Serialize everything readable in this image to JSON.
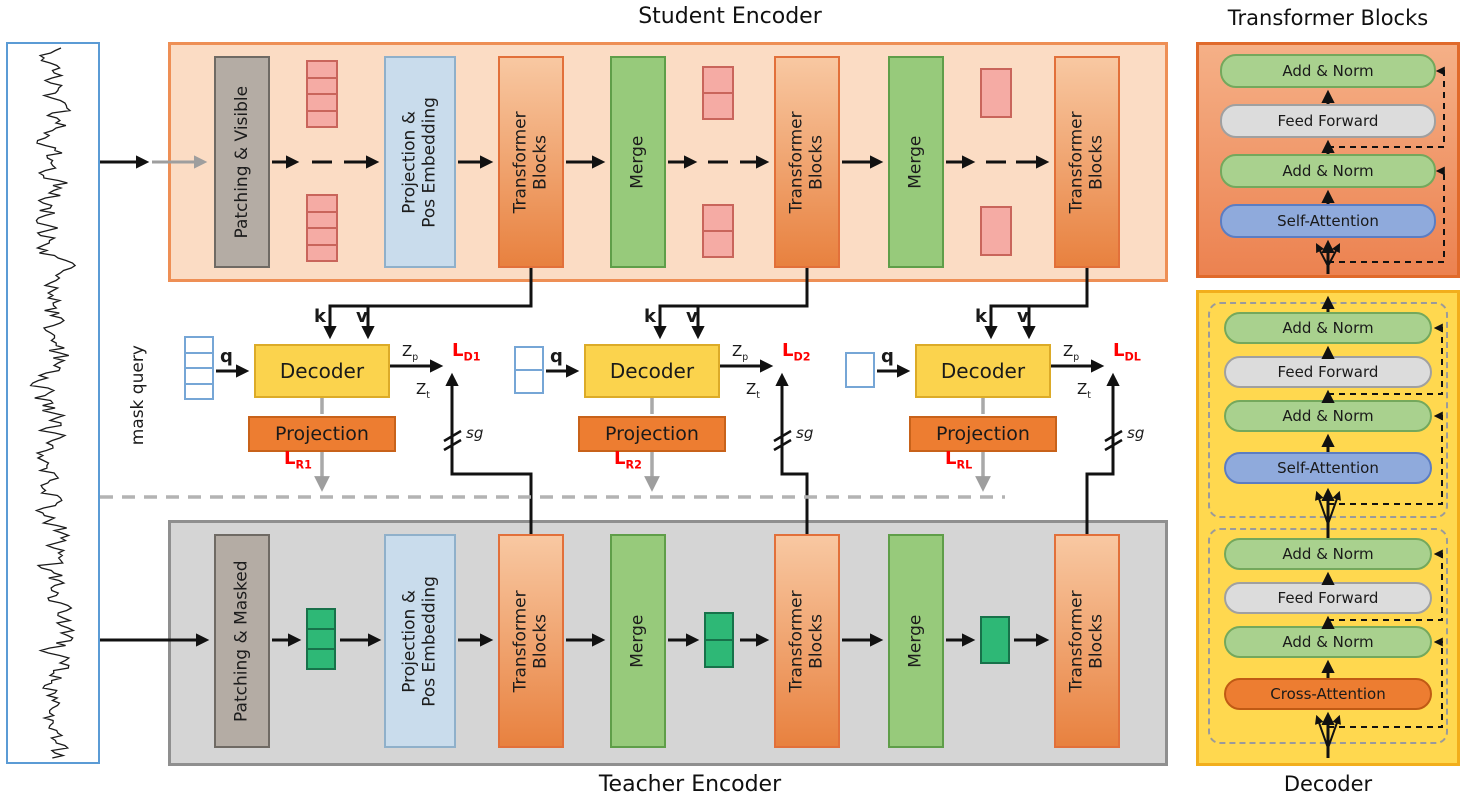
{
  "titles": {
    "student": "Student Encoder",
    "teacher": "Teacher Encoder",
    "transformer_panel": "Transformer Blocks",
    "decoder_panel": "Decoder"
  },
  "mask_query_label": "mask query",
  "student": {
    "patching": "Patching & Visible",
    "projection": "Projection & Pos Embedding",
    "transformer1": "Transformer Blocks",
    "merge1": "Merge",
    "transformer2": "Transformer Blocks",
    "merge2": "Merge",
    "transformer3": "Transformer Blocks",
    "token_stacks": [
      4,
      2,
      1
    ]
  },
  "teacher": {
    "patching": "Patching & Masked",
    "projection": "Projection & Pos Embedding",
    "transformer1": "Transformer Blocks",
    "merge1": "Merge",
    "transformer2": "Transformer Blocks",
    "merge2": "Merge",
    "transformer3": "Transformer Blocks",
    "token_stacks": [
      3,
      2,
      1
    ]
  },
  "decoders": [
    {
      "q": "q",
      "k": "k",
      "v": "v",
      "decoder": "Decoder",
      "projection": "Projection",
      "zp_base": "Z",
      "zp_sub": "p",
      "zt_base": "Z",
      "zt_sub": "t",
      "sg": "sg",
      "loss_d_base": "L",
      "loss_d_sub": "D1",
      "loss_r_base": "L",
      "loss_r_sub": "R1",
      "query_cells": 4
    },
    {
      "q": "q",
      "k": "k",
      "v": "v",
      "decoder": "Decoder",
      "projection": "Projection",
      "zp_base": "Z",
      "zp_sub": "p",
      "zt_base": "Z",
      "zt_sub": "t",
      "sg": "sg",
      "loss_d_base": "L",
      "loss_d_sub": "D2",
      "loss_r_base": "L",
      "loss_r_sub": "R2",
      "query_cells": 2
    },
    {
      "q": "q",
      "k": "k",
      "v": "v",
      "decoder": "Decoder",
      "projection": "Projection",
      "zp_base": "Z",
      "zp_sub": "p",
      "zt_base": "Z",
      "zt_sub": "t",
      "sg": "sg",
      "loss_d_base": "L",
      "loss_d_sub": "DL",
      "loss_r_base": "L",
      "loss_r_sub": "RL",
      "query_cells": 1
    }
  ],
  "transformer_panel": {
    "layers": [
      {
        "label": "Add & Norm",
        "type": "addnorm"
      },
      {
        "label": "Feed Forward",
        "type": "feedforward"
      },
      {
        "label": "Add & Norm",
        "type": "addnorm"
      },
      {
        "label": "Self-Attention",
        "type": "selfattention"
      }
    ]
  },
  "decoder_panel": {
    "groups": [
      {
        "layers": [
          {
            "label": "Add & Norm",
            "type": "addnorm"
          },
          {
            "label": "Feed Forward",
            "type": "feedforward"
          },
          {
            "label": "Add & Norm",
            "type": "addnorm"
          },
          {
            "label": "Self-Attention",
            "type": "selfattention"
          }
        ]
      },
      {
        "layers": [
          {
            "label": "Add & Norm",
            "type": "addnorm"
          },
          {
            "label": "Feed Forward",
            "type": "feedforward"
          },
          {
            "label": "Add & Norm",
            "type": "addnorm"
          },
          {
            "label": "Cross-Attention",
            "type": "crossattention"
          }
        ]
      }
    ]
  },
  "colors": {
    "student_panel": "#FBDCC4",
    "student_border": "#EE8F55",
    "teacher_panel": "#D5D5D5",
    "transformer_block": "#E8813F",
    "merge_block": "#97CA7B",
    "patching_block": "#B4ACA4",
    "pos_embedding_block": "#C9DCEC",
    "decoder_box": "#FBD34D",
    "projection_box": "#ED7D31",
    "loss_text": "#FE0000",
    "signal_border": "#5B9BD5",
    "student_token": "#F5ABA4",
    "teacher_token": "#2EB876",
    "add_norm": "#A9D18E",
    "feed_forward": "#DCDCDC",
    "self_attention": "#8FAADC",
    "cross_attention": "#ED7D31",
    "decoder_panel_bg": "#FFD84F",
    "transformer_panel_bg": "#EC8250"
  }
}
